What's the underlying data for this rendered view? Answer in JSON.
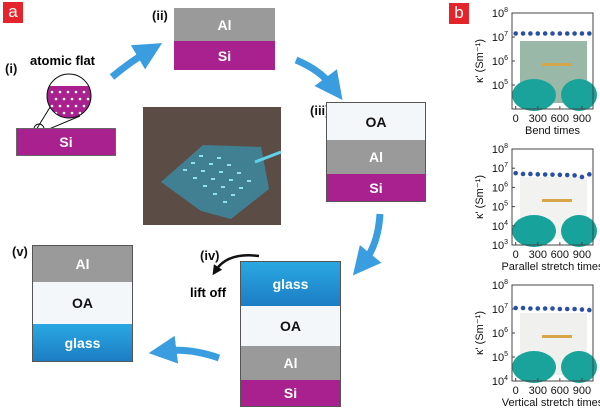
{
  "panel_a": {
    "label": "a",
    "steps": {
      "i": "(i)",
      "ii": "(ii)",
      "iii": "(iii)",
      "iv": "(iv)",
      "v": "(v)"
    },
    "annotations": {
      "atomic_flat": "atomic flat",
      "lift_off": "lift off"
    },
    "layers": {
      "si": "Si",
      "al": "Al",
      "oa": "OA",
      "glass": "glass"
    },
    "colors": {
      "si": "#a8218f",
      "al": "#9a9a9a",
      "oa": "#f4f7fa",
      "glass": "#1f8ed2",
      "arrow": "#3a9de0"
    }
  },
  "panel_b": {
    "label": "b",
    "ylabel": "κ' (Sm⁻¹)",
    "marker_color": "#2a4fa8"
  },
  "chart_data": [
    {
      "type": "scatter",
      "title": "",
      "xlabel": "Bend times",
      "ylabel": "κ' (Sm⁻¹)",
      "yscale": "log",
      "ylim": [
        10000,
        100000000
      ],
      "xlim": [
        -50,
        1050
      ],
      "xticks": [
        "0",
        "300",
        "600",
        "900"
      ],
      "yticks": [
        "10^5",
        "10^6",
        "10^7",
        "10^8"
      ],
      "ytick_exp": [
        5,
        6,
        7,
        8
      ],
      "x": [
        0,
        100,
        200,
        300,
        400,
        500,
        600,
        700,
        800,
        900,
        1000
      ],
      "values": [
        14000000,
        14000000,
        14000000,
        14000000,
        14000000,
        14000000,
        14000000,
        14000000,
        14000000,
        14000000,
        14000000
      ]
    },
    {
      "type": "scatter",
      "title": "",
      "xlabel": "Parallel stretch times",
      "ylabel": "κ' (Sm⁻¹)",
      "yscale": "log",
      "ylim": [
        1000,
        100000000
      ],
      "xlim": [
        -50,
        1050
      ],
      "xticks": [
        "0",
        "300",
        "600",
        "900"
      ],
      "yticks": [
        "10^3",
        "10^4",
        "10^5",
        "10^6",
        "10^7",
        "10^8"
      ],
      "ytick_exp": [
        3,
        4,
        5,
        6,
        7,
        8
      ],
      "x": [
        0,
        100,
        200,
        300,
        400,
        500,
        600,
        700,
        800,
        900,
        1000
      ],
      "values": [
        5500000,
        5000000,
        5000000,
        4800000,
        4700000,
        4600000,
        4500000,
        4400000,
        4200000,
        3500000,
        4800000
      ]
    },
    {
      "type": "scatter",
      "title": "",
      "xlabel": "Vertical stretch times",
      "ylabel": "κ' (Sm⁻¹)",
      "yscale": "log",
      "ylim": [
        10000,
        100000000
      ],
      "xlim": [
        -50,
        1050
      ],
      "xticks": [
        "0",
        "300",
        "600",
        "900"
      ],
      "yticks": [
        "10^4",
        "10^5",
        "10^6",
        "10^7",
        "10^8"
      ],
      "ytick_exp": [
        4,
        5,
        6,
        7,
        8
      ],
      "x": [
        0,
        100,
        200,
        300,
        400,
        500,
        600,
        700,
        800,
        900,
        1000
      ],
      "values": [
        11000000,
        11000000,
        10500000,
        10500000,
        10500000,
        10500000,
        10000000,
        10000000,
        10000000,
        9500000,
        9000000
      ]
    }
  ]
}
